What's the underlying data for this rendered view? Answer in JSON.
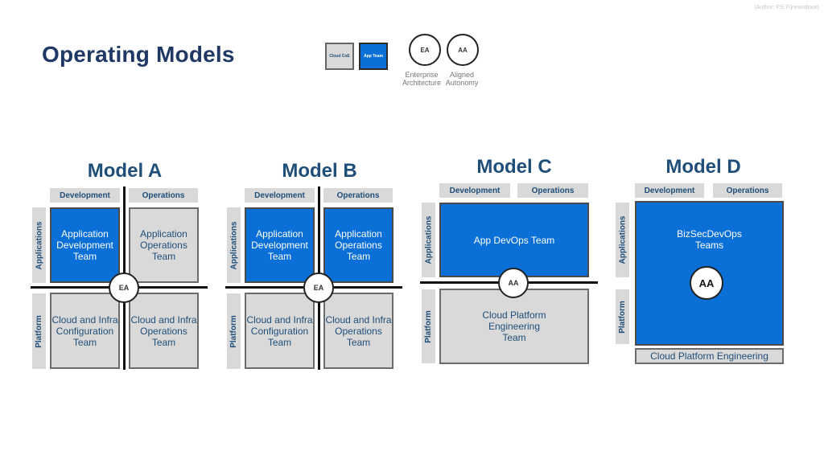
{
  "author": "(Author: P.E.Fijneandraat)",
  "page_title": "Operating Models",
  "legend": {
    "cloud_coe": "Cloud CoE",
    "app_team": "App Team",
    "ea": {
      "abbr": "EA",
      "caption_line1": "Enterprise",
      "caption_line2": "Architecture"
    },
    "aa": {
      "abbr": "AA",
      "caption_line1": "Aligned",
      "caption_line2": "Autonomy"
    }
  },
  "headers": {
    "development": "Development",
    "operations": "Operations",
    "applications": "Applications",
    "platform": "Platform"
  },
  "model_a": {
    "title": "Model A",
    "app_dev": [
      "Application",
      "Development",
      "Team"
    ],
    "app_ops": [
      "Application",
      "Operations",
      "Team"
    ],
    "infra_config": [
      "Cloud and Infra",
      "Configuration",
      "Team"
    ],
    "infra_ops": [
      "Cloud and Infra",
      "Operations",
      "Team"
    ],
    "center": "EA"
  },
  "model_b": {
    "title": "Model B",
    "app_dev": [
      "Application",
      "Development",
      "Team"
    ],
    "app_ops": [
      "Application",
      "Operations",
      "Team"
    ],
    "infra_config": [
      "Cloud and Infra",
      "Configuration",
      "Team"
    ],
    "infra_ops": [
      "Cloud and Infra",
      "Operations",
      "Team"
    ],
    "center": "EA"
  },
  "model_c": {
    "title": "Model C",
    "app_devops": "App DevOps Team",
    "platform_eng": [
      "Cloud Platform",
      "Engineering",
      "Team"
    ],
    "center": "AA"
  },
  "model_d": {
    "title": "Model D",
    "bizsec": [
      "BizSecDevOps",
      "Teams"
    ],
    "center": "AA",
    "platform_eng": "Cloud Platform Engineering"
  },
  "colors": {
    "app_team_blue": "#0a6fd6",
    "coe_grey": "#d9d9d9",
    "title_navy": "#1f3864"
  }
}
